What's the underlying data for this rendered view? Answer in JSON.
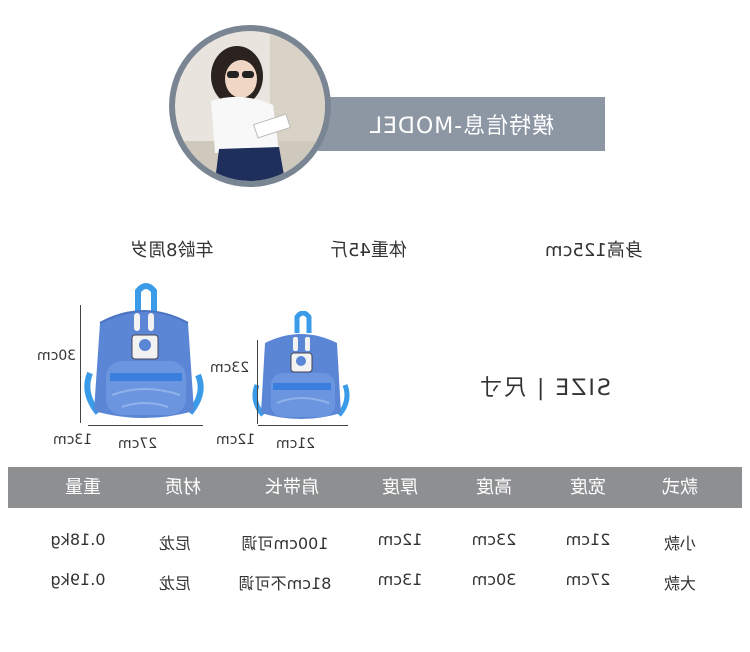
{
  "model": {
    "banner_label": "模特信息-MODEL",
    "height": "身高125cm",
    "weight": "体重45斤",
    "age": "年龄8周岁"
  },
  "size_section": {
    "title": "SIZE | 尺寸",
    "large_bag": {
      "height": "30cm",
      "depth": "13cm",
      "width": "27cm"
    },
    "small_bag": {
      "height": "23cm",
      "depth": "12cm",
      "width": "21cm"
    }
  },
  "table": {
    "headers": [
      "款式",
      "宽度",
      "高度",
      "厚度",
      "肩带长",
      "材质",
      "重量"
    ],
    "rows": [
      [
        "小款",
        "21cm",
        "23cm",
        "12cm",
        "100cm可调",
        "尼龙",
        "0.18kg"
      ],
      [
        "大款",
        "27cm",
        "30cm",
        "13cm",
        "81cm不可调",
        "尼龙",
        "0.19kg"
      ]
    ]
  },
  "colors": {
    "banner": "#8d97a4",
    "table_header": "#8d8f91",
    "bag_blue": "#5b86d6",
    "bag_strap": "#3a9be8"
  },
  "icons": [
    "model-photo",
    "backpack-large",
    "backpack-small"
  ]
}
